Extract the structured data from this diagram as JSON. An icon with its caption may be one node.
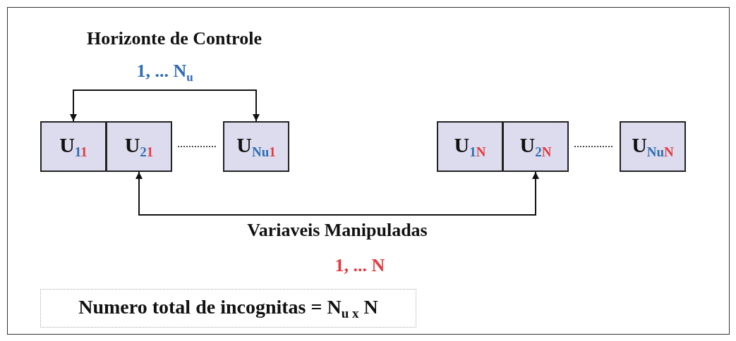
{
  "diagram": {
    "nodes": [
      {
        "text": [
          "U$_{11}$"
        ]
      },
      {
        "text": [
          "U$_{21}$"
        ]
      },
      {
        "text": [
          "U$_{Nu1}$"
        ]
      },
      {
        "text": [
          "U$_{1N}$"
        ]
      },
      {
        "text": [
          "U$_{2N}$"
        ]
      },
      {
        "text": [
          "U$_{NuN}$"
        ]
      },
      {
        "text": [
          "Numero total de incognitas = N$_{u x}$ N"
        ]
      }
    ],
    "edges": [
      {
        "from": 0,
        "to": 2,
        "arrow": "both",
        "label": "1, ... N$_{u}$"
      },
      {
        "from": 1,
        "to": 2,
        "arrow": "none",
        "style": "dashed"
      },
      {
        "from": 4,
        "to": 5,
        "arrow": "none",
        "style": "dashed"
      },
      {
        "from": 1,
        "to": 4,
        "arrow": "both",
        "label": "Variaveis Manipuladas"
      }
    ],
    "labels": [
      "Horizonte de Controle",
      "1, ... N"
    ]
  }
}
